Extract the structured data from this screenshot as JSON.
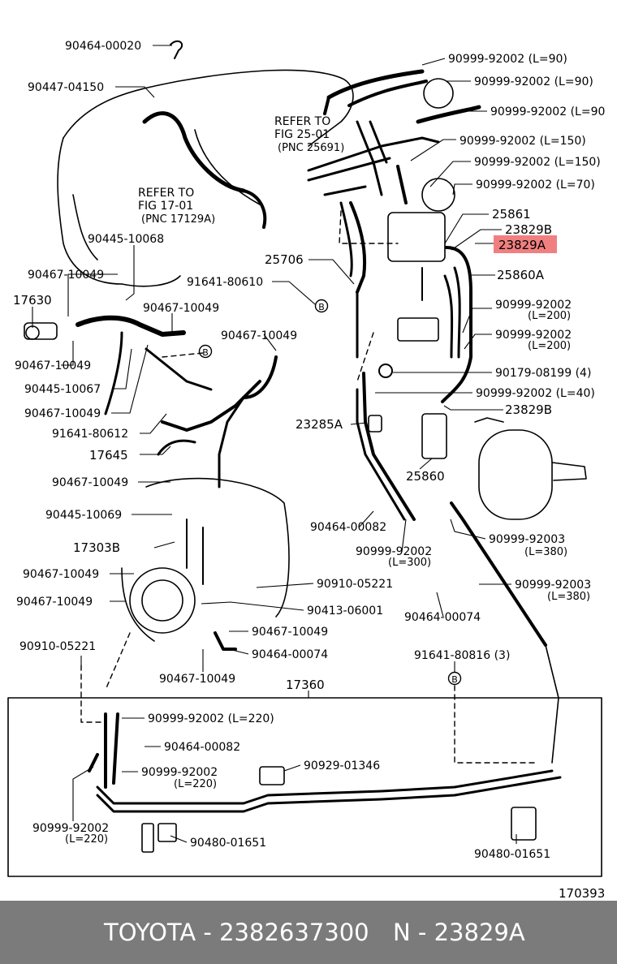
{
  "callouts": [
    {
      "id": "c01",
      "code": "90464-00020"
    },
    {
      "id": "c02",
      "code": "90447-04150"
    },
    {
      "id": "c03",
      "code": "90999-92002",
      "sub": "(L=90)"
    },
    {
      "id": "c04",
      "code": "90999-92002",
      "sub": "(L=90)"
    },
    {
      "id": "c05",
      "code": "90999-92002",
      "sub": "(L=90"
    },
    {
      "id": "c06",
      "code": "90999-92002",
      "sub": "(L=150)"
    },
    {
      "id": "c07",
      "code": "90999-92002",
      "sub": "(L=150)"
    },
    {
      "id": "c08",
      "code": "90999-92002",
      "sub": "(L=70)"
    },
    {
      "id": "c09",
      "code": "25861"
    },
    {
      "id": "c10",
      "code": "23829B"
    },
    {
      "id": "c11",
      "code": "23829A",
      "highlight": true
    },
    {
      "id": "c12",
      "code": "25860A"
    },
    {
      "id": "c13",
      "code": "25706"
    },
    {
      "id": "c14",
      "code": "90445-10068"
    },
    {
      "id": "c15",
      "code": "90467-10049"
    },
    {
      "id": "c16",
      "code": "91641-80610"
    },
    {
      "id": "c17",
      "code": "17630"
    },
    {
      "id": "c18",
      "code": "90467-10049"
    },
    {
      "id": "c19",
      "code": "90467-10049"
    },
    {
      "id": "c20",
      "code": "90467-10049"
    },
    {
      "id": "c21",
      "code": "90445-10067"
    },
    {
      "id": "c22",
      "code": "90467-10049"
    },
    {
      "id": "c23",
      "code": "91641-80612"
    },
    {
      "id": "c24",
      "code": "17645"
    },
    {
      "id": "c25",
      "code": "90999-92002",
      "sub": "(L=200)"
    },
    {
      "id": "c26",
      "code": "90999-92002",
      "sub": "(L=200)"
    },
    {
      "id": "c27",
      "code": "90179-08199 (4)"
    },
    {
      "id": "c28",
      "code": "90999-92002",
      "sub": "(L=40)"
    },
    {
      "id": "c29",
      "code": "23829B"
    },
    {
      "id": "c30",
      "code": "23285A"
    },
    {
      "id": "c31",
      "code": "25860"
    },
    {
      "id": "c32",
      "code": "90467-10049"
    },
    {
      "id": "c33",
      "code": "90445-10069"
    },
    {
      "id": "c34",
      "code": "17303B"
    },
    {
      "id": "c35",
      "code": "90464-00082"
    },
    {
      "id": "c36",
      "code": "90999-92002",
      "sub": "(L=300)"
    },
    {
      "id": "c37",
      "code": "90999-92003",
      "sub": "(L=380)"
    },
    {
      "id": "c38",
      "code": "90999-92003",
      "sub": "(L=380)"
    },
    {
      "id": "c39",
      "code": "90467-10049"
    },
    {
      "id": "c40",
      "code": "90910-05221"
    },
    {
      "id": "c41",
      "code": "90467-10049"
    },
    {
      "id": "c42",
      "code": "90413-06001"
    },
    {
      "id": "c43",
      "code": "90464-00074"
    },
    {
      "id": "c44",
      "code": "90467-10049"
    },
    {
      "id": "c45",
      "code": "90910-05221"
    },
    {
      "id": "c46",
      "code": "90464-00074"
    },
    {
      "id": "c47",
      "code": "91641-80816 (3)"
    },
    {
      "id": "c48",
      "code": "90467-10049"
    },
    {
      "id": "c49",
      "code": "17360"
    },
    {
      "id": "c50",
      "code": "90999-92002",
      "sub": "(L=220)"
    },
    {
      "id": "c51",
      "code": "90464-00082"
    },
    {
      "id": "c52",
      "code": "90999-92002",
      "sub": "(L=220)"
    },
    {
      "id": "c53",
      "code": "90929-01346"
    },
    {
      "id": "c54",
      "code": "90999-92002",
      "sub": "(L=220)"
    },
    {
      "id": "c55",
      "code": "90480-01651"
    },
    {
      "id": "c56",
      "code": "90480-01651"
    }
  ],
  "references": [
    {
      "line1": "REFER TO",
      "line2": "FIG 25-01",
      "line3": "(PNC 25691)"
    },
    {
      "line1": "REFER TO",
      "line2": "FIG 17-01",
      "line3": "(PNC 17129A)"
    }
  ],
  "markers": {
    "b": "B"
  },
  "figure_number": "170393",
  "highlight_color": "#f08080",
  "footer": {
    "brand_part": "TOYOTA - 2382637300",
    "ref": "N - 23829A",
    "background": "#7b7b7b"
  }
}
